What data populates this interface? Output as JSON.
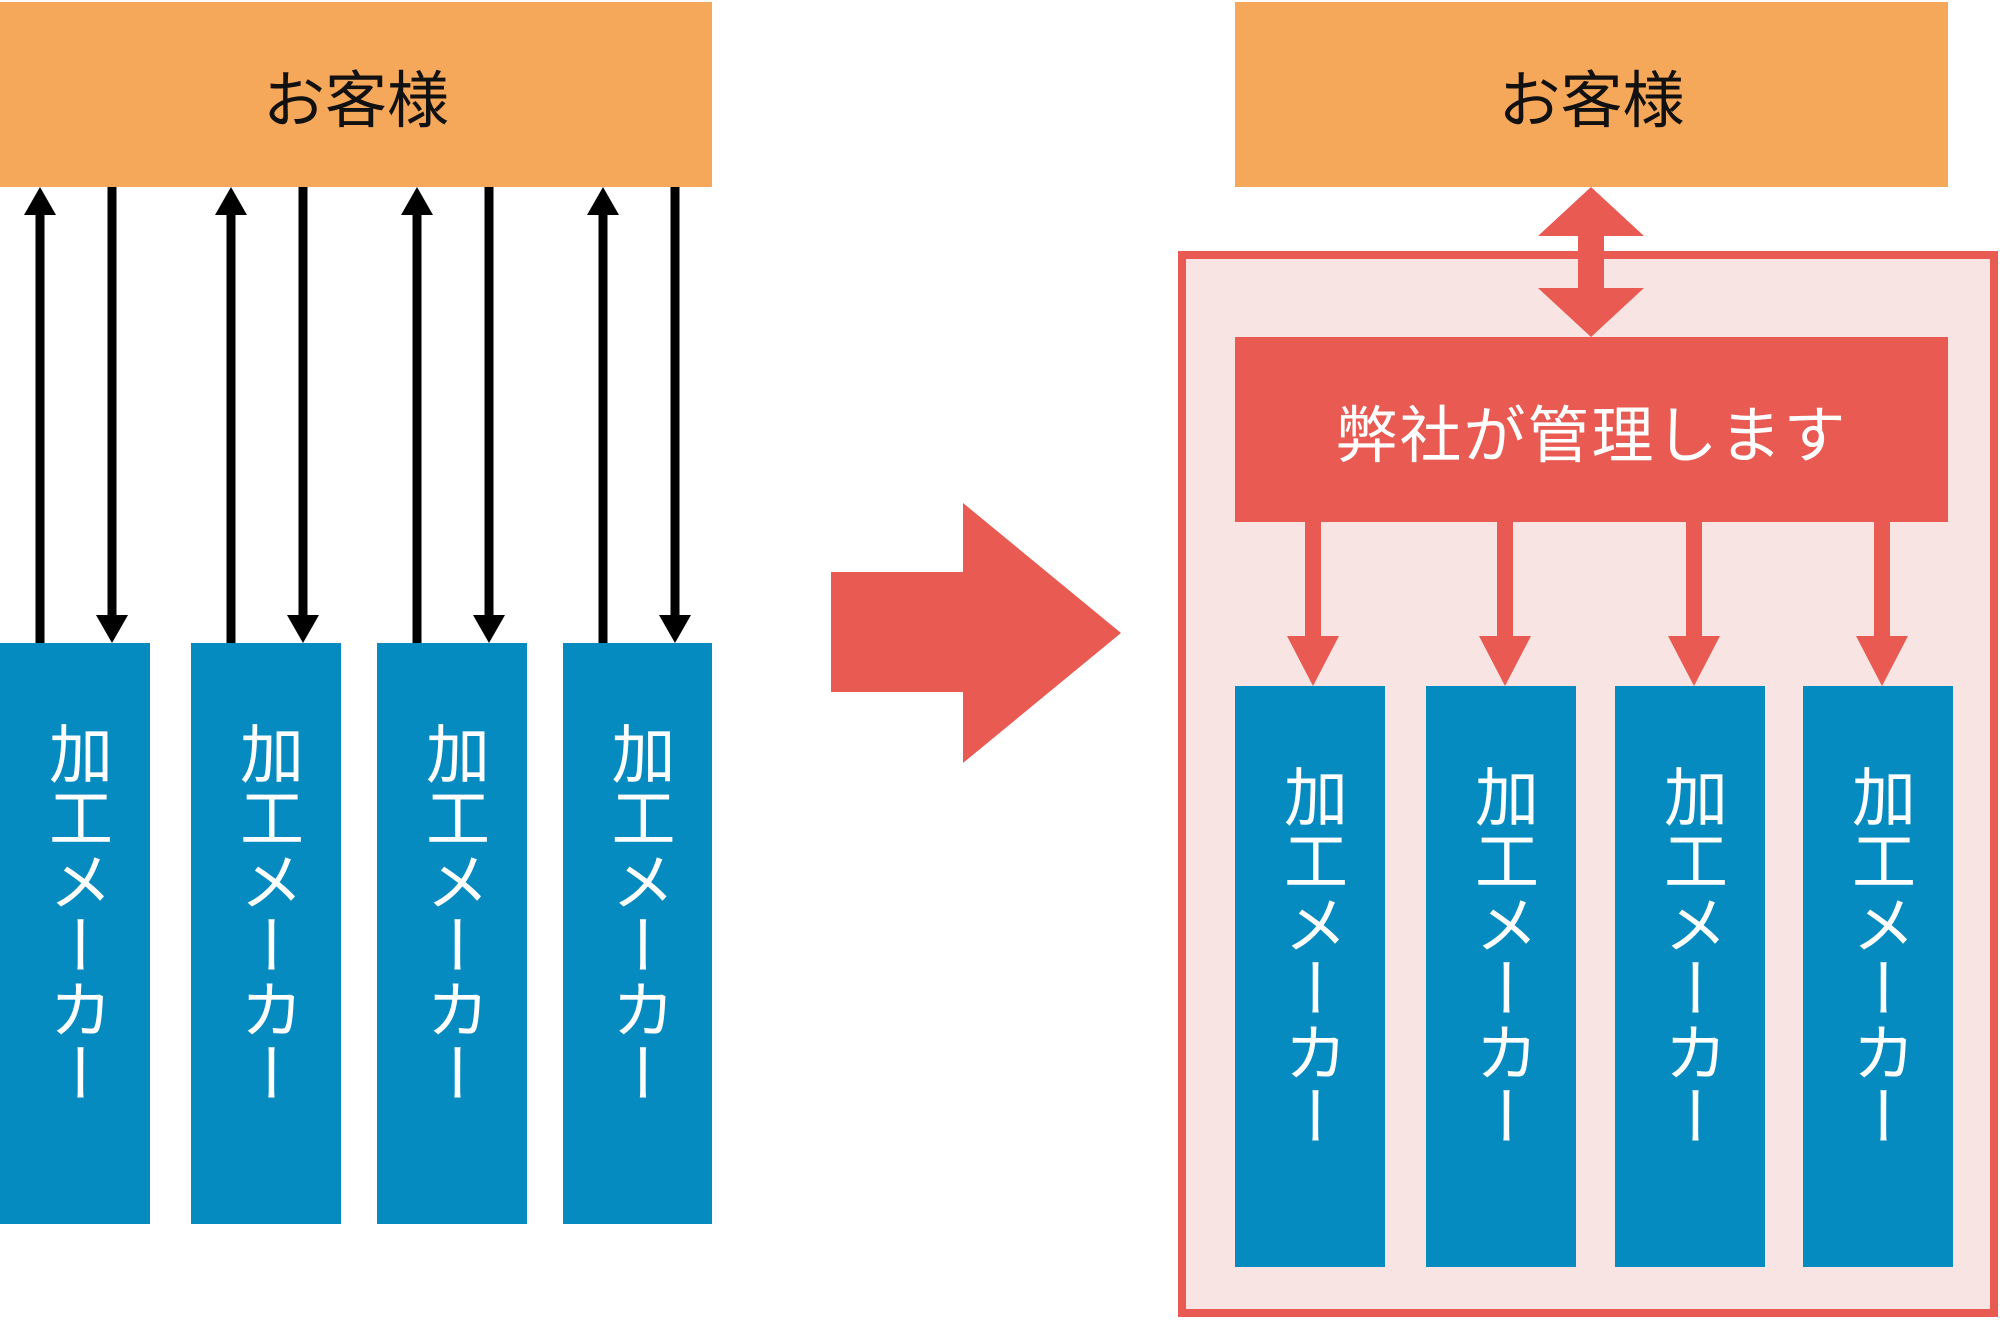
{
  "colors": {
    "customer_fill": "#f5a85a",
    "maker_fill": "#058bc0",
    "accent_red": "#e85a52",
    "frame_fill": "#f8e4e3",
    "arrow_black": "#000000"
  },
  "left_panel": {
    "customer_label": "お客様",
    "makers": [
      "加工メーカー",
      "加工メーカー",
      "加工メーカー",
      "加工メーカー"
    ]
  },
  "right_panel": {
    "customer_label": "お客様",
    "management_label": "弊社が管理します",
    "makers": [
      "加工メーカー",
      "加工メーカー",
      "加工メーカー",
      "加工メーカー"
    ]
  }
}
